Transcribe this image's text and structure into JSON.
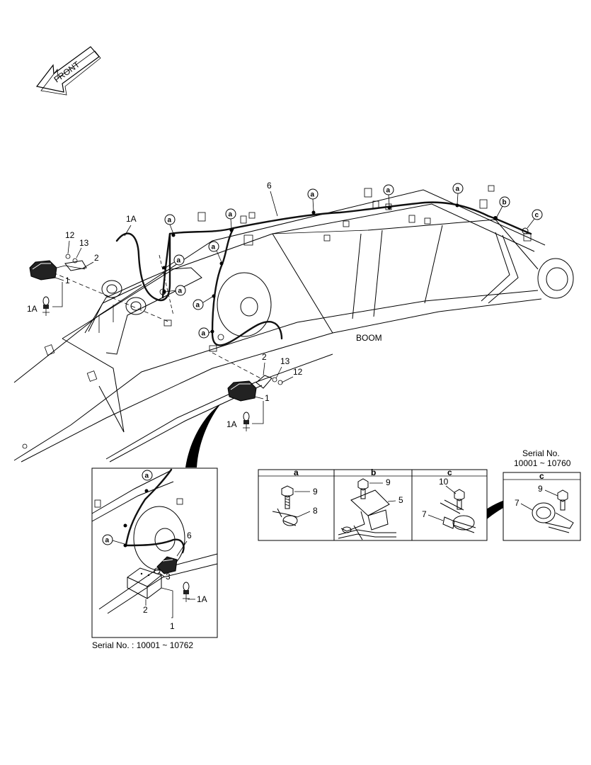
{
  "front_arrow": {
    "label": "FRONT"
  },
  "boom_label": "BOOM",
  "callout_letters": {
    "a": "a",
    "b": "b",
    "c": "c"
  },
  "part_numbers": {
    "p1": "1",
    "p1a": "1A",
    "p2": "2",
    "p3": "3",
    "p5": "5",
    "p6": "6",
    "p7": "7",
    "p8": "8",
    "p9": "9",
    "p10": "10",
    "p12": "12",
    "p13": "13"
  },
  "detail_boxes": {
    "a": {
      "title": "a"
    },
    "b": {
      "title": "b"
    },
    "c": {
      "title": "c"
    },
    "c_serial": {
      "title": "c",
      "serial_heading": "Serial No.",
      "serial_range": "10001 ~ 10760"
    }
  },
  "inset": {
    "caption": "Serial No. : 10001 ~ 10762"
  }
}
